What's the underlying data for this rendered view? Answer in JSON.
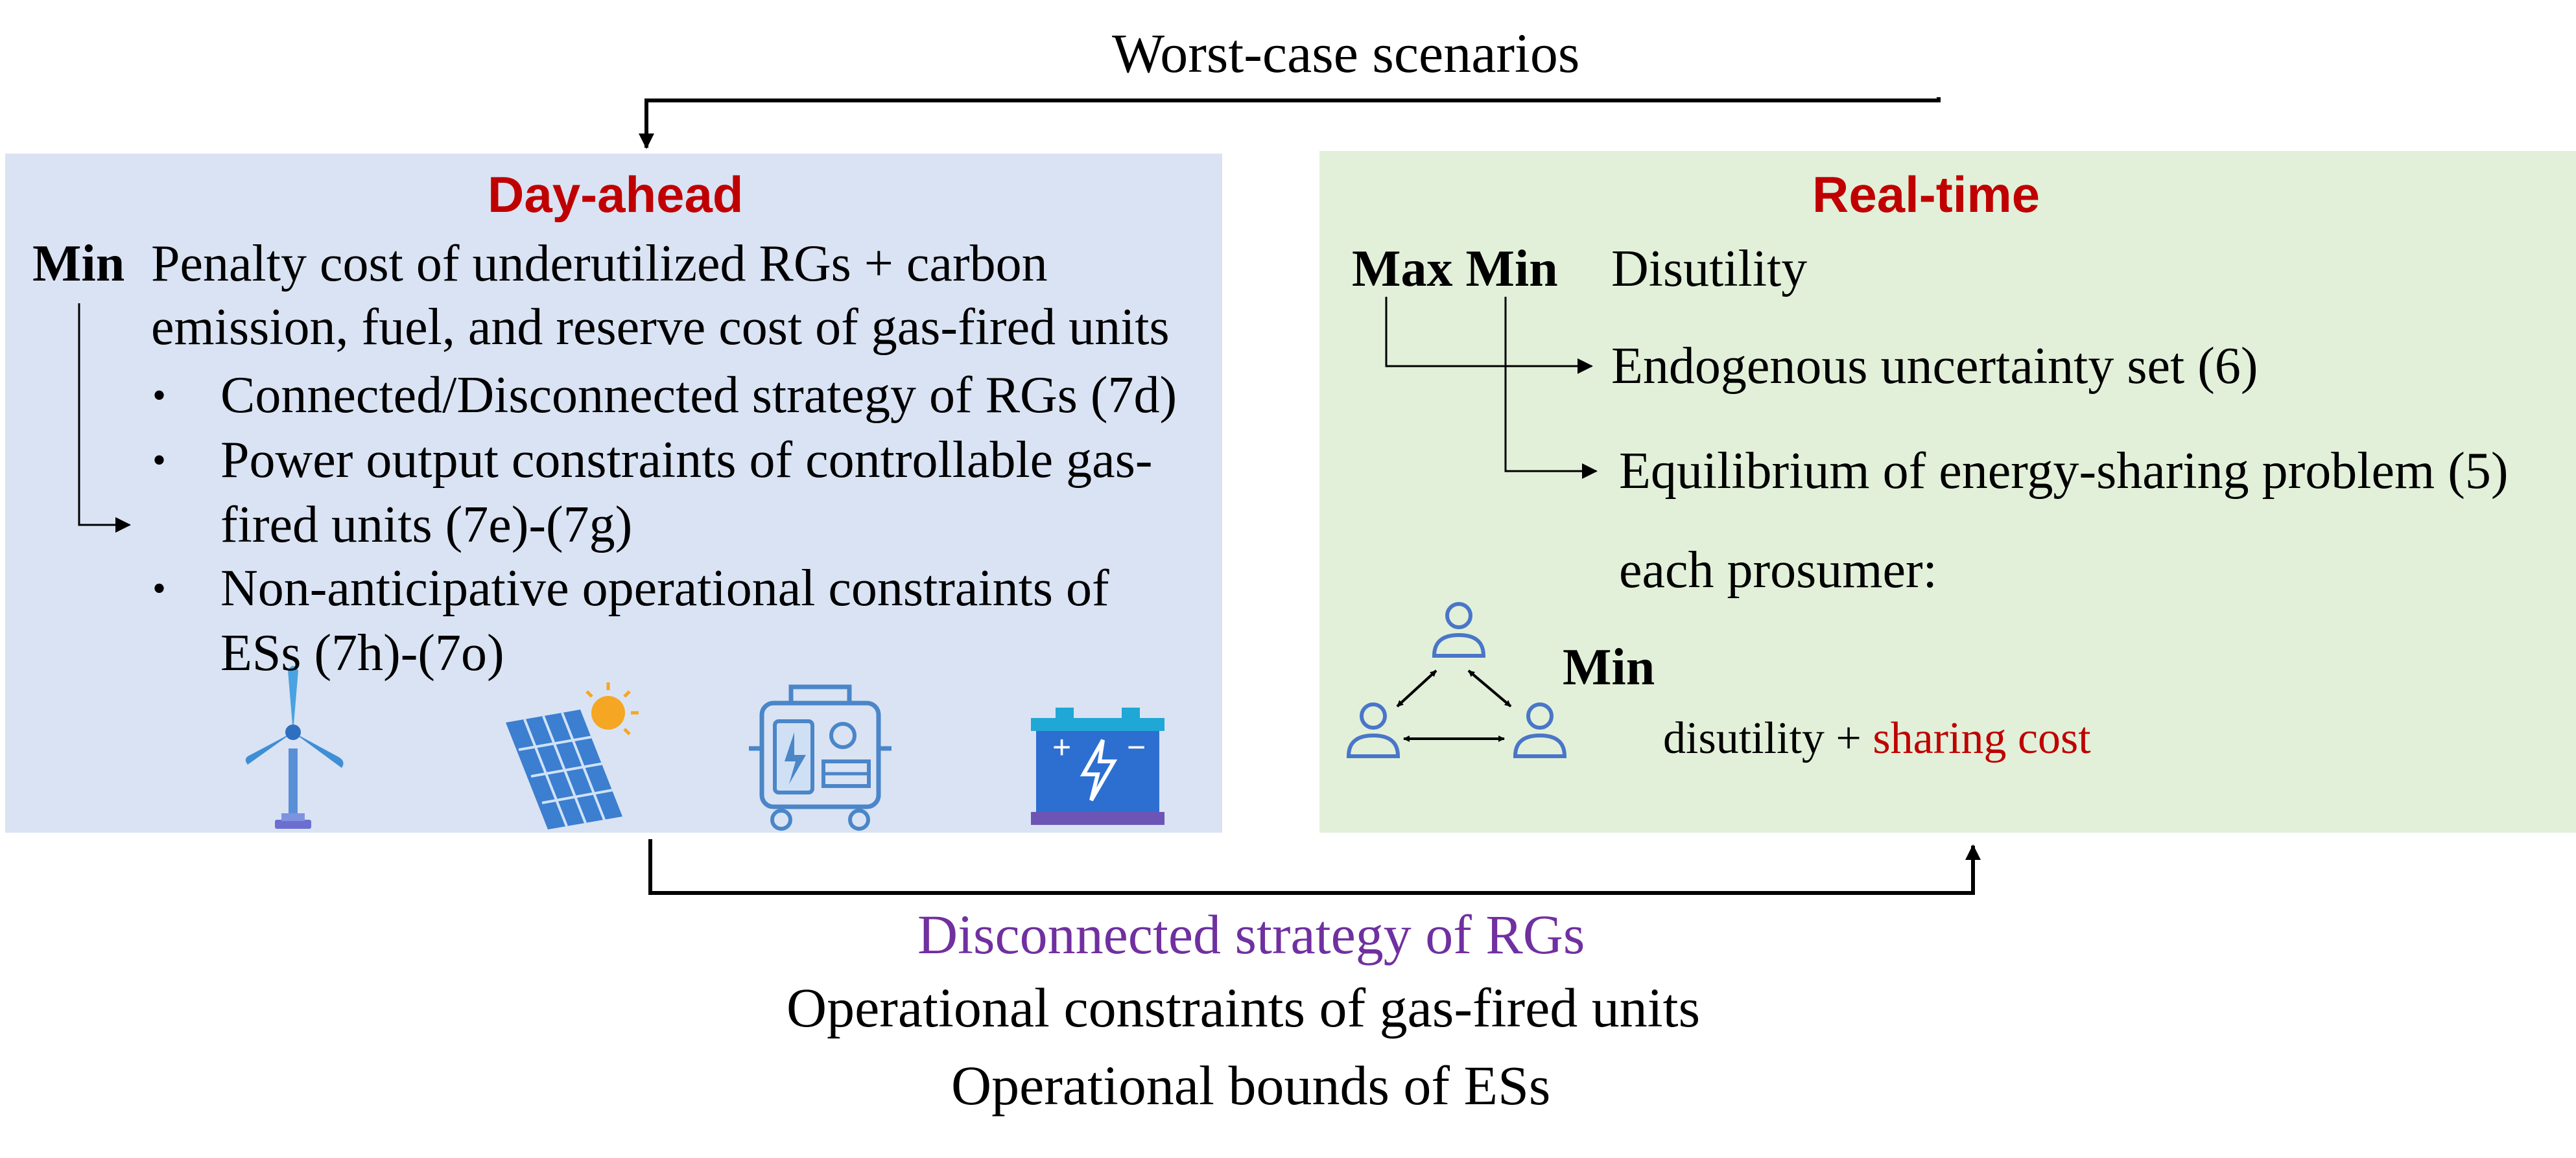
{
  "top_label": "Worst-case scenarios",
  "day_ahead": {
    "title": "Day-ahead",
    "min_label": "Min",
    "objective_line1": "Penalty cost of underutilized RGs + carbon",
    "objective_line2": "emission, fuel, and reserve cost of gas-fired units",
    "bullets": [
      {
        "lines": [
          "Connected/Disconnected strategy of RGs (7d)"
        ]
      },
      {
        "lines": [
          "Power output constraints of controllable gas-",
          "fired units (7e)-(7g)"
        ]
      },
      {
        "lines": [
          "Non-anticipative operational constraints of",
          "ESs (7h)-(7o)"
        ]
      }
    ],
    "bullet_symbol": "•",
    "icons": [
      "wind-turbine-icon",
      "solar-panel-icon",
      "gas-generator-icon",
      "battery-icon"
    ]
  },
  "real_time": {
    "title": "Real-time",
    "max_min_label": "Max Min",
    "objective": "Disutility",
    "item1": "Endogenous uncertainty set (6)",
    "item2": "Equilibrium of energy-sharing problem (5)",
    "prosumer_label": "each prosumer:",
    "min_label": "Min",
    "prosumer_objective_plain": "disutility + ",
    "prosumer_objective_highlight": "sharing cost",
    "icons": [
      "prosumer-network-icon"
    ]
  },
  "bottom": {
    "line1": "Disconnected strategy of RGs",
    "line2": "Operational constraints of gas-fired units",
    "line3": "Operational bounds of ESs"
  },
  "colors": {
    "day_ahead_bg": "#dae3f3",
    "real_time_bg": "#e2f0d9",
    "title_red": "#c00000",
    "purple": "#7030a0",
    "icon_blue": "#4a86c8"
  }
}
